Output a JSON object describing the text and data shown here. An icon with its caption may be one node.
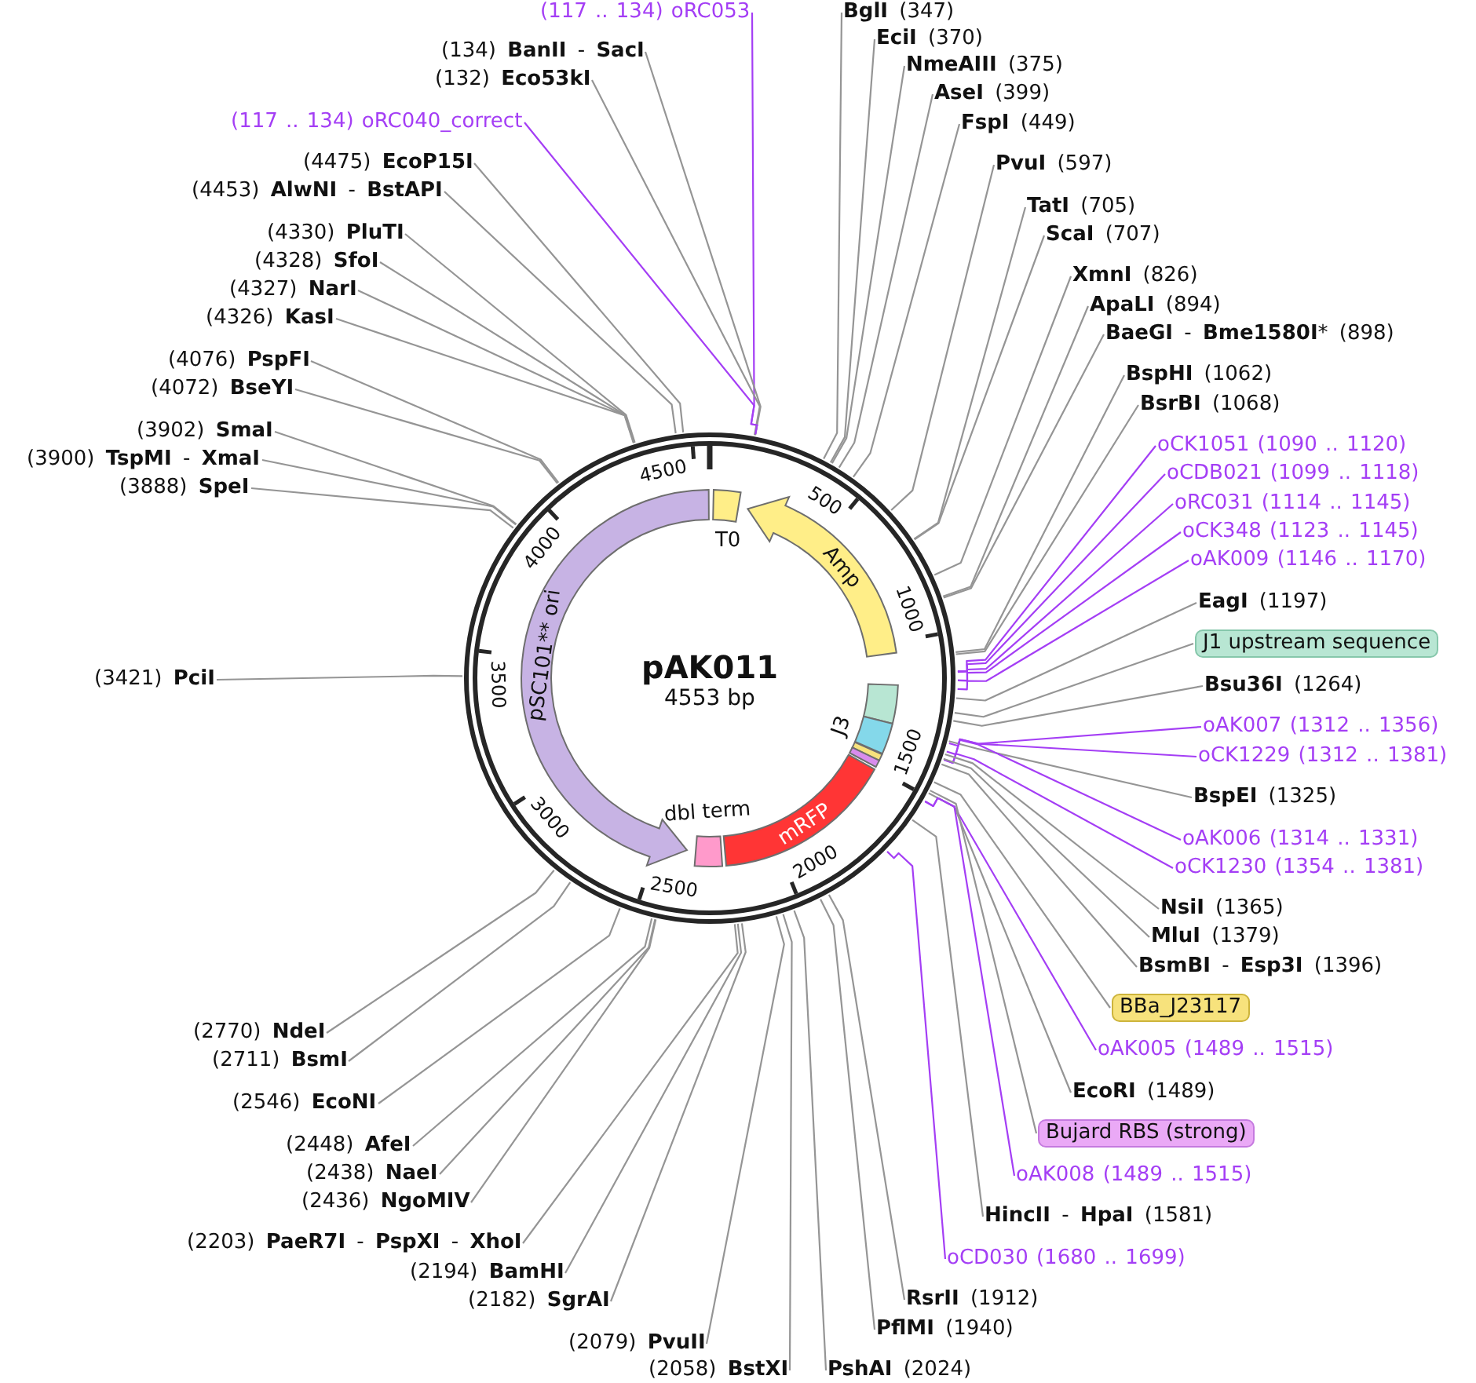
{
  "diagram": {
    "nodes": [
      {
        "text": [
          "pAK011",
          "4553 bp"
        ]
      },
      {
        "text": [],
        "shape": "box",
        "beside": [
          "T0"
        ],
        "in": 0
      },
      {
        "text": [
          "Amp"
        ],
        "in": 0
      },
      {
        "text": [],
        "shape": "box",
        "in": 0
      },
      {
        "text": [],
        "shape": "box",
        "beside": [
          "J3"
        ],
        "in": 0
      },
      {
        "text": [],
        "shape": "box",
        "in": 0
      },
      {
        "text": [],
        "shape": "box",
        "in": 0
      },
      {
        "text": [
          "mRFP"
        ],
        "in": 0
      },
      {
        "text": [],
        "shape": "box",
        "in": 0
      },
      {
        "text": [
          "pSC101** ori"
        ],
        "in": 0
      },
      {
        "text": [
          "(117 .. 134) oRC053"
        ]
      },
      {
        "text": [
          "(134) **BanII** - **SacI**"
        ]
      },
      {
        "text": [
          "(132) **Eco53kI**"
        ]
      },
      {
        "text": [
          "(117 .. 134) oRC040_correct"
        ]
      },
      {
        "text": [
          "(4475) **EcoP15I**"
        ]
      },
      {
        "text": [
          "(4453) **AlwNI** - **BstAPI**"
        ]
      },
      {
        "text": [
          "(4330) **PluTI**"
        ]
      },
      {
        "text": [
          "(4328) **SfoI**"
        ]
      },
      {
        "text": [
          "(4327) **NarI**"
        ]
      },
      {
        "text": [
          "(4326) **KasI**"
        ]
      },
      {
        "text": [
          "(4076) **PspFI**"
        ]
      },
      {
        "text": [
          "(4072) **BseYI**"
        ]
      },
      {
        "text": [
          "(3902) **SmaI**"
        ]
      },
      {
        "text": [
          "(3900) **TspMI** - **XmaI**"
        ]
      },
      {
        "text": [
          "(3888) **SpeI**"
        ]
      },
      {
        "text": [
          "(3421) **PciI**"
        ]
      },
      {
        "text": [
          "(2770) **NdeI**"
        ]
      },
      {
        "text": [
          "(2711) **BsmI**"
        ]
      },
      {
        "text": [
          "(2546) **EcoNI**"
        ]
      },
      {
        "text": [
          "(2448) **AfeI**"
        ]
      },
      {
        "text": [
          "(2438) **NaeI**"
        ]
      },
      {
        "text": [
          "(2436) **NgoMIV**"
        ]
      },
      {
        "text": [
          "(2203) **PaeR7I** - **PspXI** - **XhoI**"
        ]
      },
      {
        "text": [
          "(2194) **BamHI**"
        ]
      },
      {
        "text": [
          "(2182) **SgrAI**"
        ]
      },
      {
        "text": [
          "(2079) **PvuII**"
        ]
      },
      {
        "text": [
          "(2058) **BstXI**"
        ]
      },
      {
        "text": [
          "**BglI** (347)"
        ]
      },
      {
        "text": [
          "**EciI** (370)"
        ]
      },
      {
        "text": [
          "**NmeAIII** (375)"
        ]
      },
      {
        "text": [
          "**AseI** (399)"
        ]
      },
      {
        "text": [
          "**FspI** (449)"
        ]
      },
      {
        "text": [
          "**PvuI** (597)"
        ]
      },
      {
        "text": [
          "**TatI** (705)"
        ]
      },
      {
        "text": [
          "**ScaI** (707)"
        ]
      },
      {
        "text": [
          "**XmnI** (826)"
        ]
      },
      {
        "text": [
          "**ApaLI** (894)"
        ]
      },
      {
        "text": [
          "**BaeGI** - **Bme1580I*** (898)"
        ]
      },
      {
        "text": [
          "**BspHI** (1062)"
        ]
      },
      {
        "text": [
          "**BsrBI** (1068)"
        ]
      },
      {
        "text": [
          "oCK1051 (1090 .. 1120)"
        ]
      },
      {
        "text": [
          "oCDB021 (1099 .. 1118)"
        ]
      },
      {
        "text": [
          "oRC031 (1114 .. 1145)"
        ]
      },
      {
        "text": [
          "oCK348 (1123 .. 1145)"
        ]
      },
      {
        "text": [
          "oAK009 (1146 .. 1170)"
        ]
      },
      {
        "text": [
          "**EagI** (1197)"
        ]
      },
      {
        "text": [
          "J1 upstream sequence"
        ]
      },
      {
        "text": [
          "**Bsu36I** (1264)"
        ]
      },
      {
        "text": [
          "oAK007 (1312 .. 1356)"
        ]
      },
      {
        "text": [
          "oCK1229 (1312 .. 1381)"
        ]
      },
      {
        "text": [
          "**BspEI** (1325)"
        ]
      },
      {
        "text": [
          "oAK006 (1314 .. 1331)"
        ]
      },
      {
        "text": [
          "oCK1230 (1354 .. 1381)"
        ]
      },
      {
        "text": [
          "**NsiI** (1365)"
        ]
      },
      {
        "text": [
          "**MluI** (1379)"
        ]
      },
      {
        "text": [
          "**BsmBI** - **Esp3I** (1396)"
        ]
      },
      {
        "text": [
          "BBa_J23117"
        ]
      },
      {
        "text": [
          "oAK005 (1489 .. 1515)"
        ]
      },
      {
        "text": [
          "**EcoRI** (1489)"
        ]
      },
      {
        "text": [
          "Bujard RBS (strong)"
        ]
      },
      {
        "text": [
          "oAK008 (1489 .. 1515)"
        ]
      },
      {
        "text": [
          "**HincII** - **HpaI** (1581)"
        ]
      },
      {
        "text": [
          "oCD030 (1680 .. 1699)"
        ]
      },
      {
        "text": [
          "**RsrII** (1912)"
        ]
      },
      {
        "text": [
          "**PflMI** (1940)"
        ]
      },
      {
        "text": [
          "**PshAI** (2024)"
        ]
      }
    ],
    "edges": [
      {
        "from": 10,
        "to": 0,
        "arrow": "none",
        "color": "#a43ef5"
      },
      {
        "from": 11,
        "to": 0,
        "arrow": "none"
      },
      {
        "from": 12,
        "to": 0,
        "arrow": "none"
      },
      {
        "from": 13,
        "to": 0,
        "arrow": "none",
        "color": "#a43ef5"
      },
      {
        "from": 14,
        "to": 0,
        "arrow": "none"
      },
      {
        "from": 15,
        "to": 0,
        "arrow": "none"
      },
      {
        "from": 16,
        "to": 0,
        "arrow": "none"
      },
      {
        "from": 17,
        "to": 0,
        "arrow": "none"
      },
      {
        "from": 18,
        "to": 0,
        "arrow": "none"
      },
      {
        "from": 19,
        "to": 0,
        "arrow": "none"
      },
      {
        "from": 20,
        "to": 0,
        "arrow": "none"
      },
      {
        "from": 21,
        "to": 0,
        "arrow": "none"
      },
      {
        "from": 22,
        "to": 0,
        "arrow": "none"
      },
      {
        "from": 23,
        "to": 0,
        "arrow": "none"
      },
      {
        "from": 24,
        "to": 0,
        "arrow": "none"
      },
      {
        "from": 25,
        "to": 0,
        "arrow": "none"
      },
      {
        "from": 26,
        "to": 0,
        "arrow": "none"
      },
      {
        "from": 27,
        "to": 0,
        "arrow": "none"
      },
      {
        "from": 28,
        "to": 0,
        "arrow": "none"
      },
      {
        "from": 29,
        "to": 0,
        "arrow": "none"
      },
      {
        "from": 30,
        "to": 0,
        "arrow": "none"
      },
      {
        "from": 31,
        "to": 0,
        "arrow": "none"
      },
      {
        "from": 32,
        "to": 0,
        "arrow": "none"
      },
      {
        "from": 33,
        "to": 0,
        "arrow": "none"
      },
      {
        "from": 34,
        "to": 0,
        "arrow": "none"
      },
      {
        "from": 35,
        "to": 0,
        "arrow": "none"
      },
      {
        "from": 36,
        "to": 0,
        "arrow": "none"
      },
      {
        "from": 37,
        "to": 0,
        "arrow": "none"
      },
      {
        "from": 38,
        "to": 0,
        "arrow": "none"
      },
      {
        "from": 39,
        "to": 0,
        "arrow": "none"
      },
      {
        "from": 40,
        "to": 0,
        "arrow": "none"
      },
      {
        "from": 41,
        "to": 0,
        "arrow": "none"
      },
      {
        "from": 42,
        "to": 0,
        "arrow": "none"
      },
      {
        "from": 43,
        "to": 0,
        "arrow": "none"
      },
      {
        "from": 44,
        "to": 0,
        "arrow": "none"
      },
      {
        "from": 45,
        "to": 0,
        "arrow": "none"
      },
      {
        "from": 46,
        "to": 0,
        "arrow": "none"
      },
      {
        "from": 47,
        "to": 0,
        "arrow": "none"
      },
      {
        "from": 48,
        "to": 0,
        "arrow": "none"
      },
      {
        "from": 49,
        "to": 0,
        "arrow": "none"
      },
      {
        "from": 50,
        "to": 0,
        "arrow": "none",
        "color": "#a43ef5"
      },
      {
        "from": 51,
        "to": 0,
        "arrow": "none",
        "color": "#a43ef5"
      },
      {
        "from": 52,
        "to": 0,
        "arrow": "none",
        "color": "#a43ef5"
      },
      {
        "from": 53,
        "to": 0,
        "arrow": "none",
        "color": "#a43ef5"
      },
      {
        "from": 54,
        "to": 0,
        "arrow": "none",
        "color": "#a43ef5"
      },
      {
        "from": 55,
        "to": 0,
        "arrow": "none"
      },
      {
        "from": 56,
        "to": 0,
        "arrow": "none"
      },
      {
        "from": 57,
        "to": 0,
        "arrow": "none"
      },
      {
        "from": 58,
        "to": 0,
        "arrow": "none",
        "color": "#a43ef5"
      },
      {
        "from": 59,
        "to": 0,
        "arrow": "none",
        "color": "#a43ef5"
      },
      {
        "from": 60,
        "to": 0,
        "arrow": "none"
      },
      {
        "from": 61,
        "to": 0,
        "arrow": "none",
        "color": "#a43ef5"
      },
      {
        "from": 62,
        "to": 0,
        "arrow": "none",
        "color": "#a43ef5"
      },
      {
        "from": 63,
        "to": 0,
        "arrow": "none"
      },
      {
        "from": 64,
        "to": 0,
        "arrow": "none"
      },
      {
        "from": 65,
        "to": 0,
        "arrow": "none"
      },
      {
        "from": 66,
        "to": 0,
        "arrow": "none"
      },
      {
        "from": 67,
        "to": 0,
        "arrow": "none",
        "color": "#a43ef5"
      },
      {
        "from": 68,
        "to": 0,
        "arrow": "none"
      },
      {
        "from": 69,
        "to": 0,
        "arrow": "none"
      },
      {
        "from": 70,
        "to": 0,
        "arrow": "none",
        "color": "#a43ef5"
      },
      {
        "from": 71,
        "to": 0,
        "arrow": "none"
      },
      {
        "from": 72,
        "to": 0,
        "arrow": "none",
        "color": "#a43ef5"
      },
      {
        "from": 73,
        "to": 0,
        "arrow": "none"
      },
      {
        "from": 74,
        "to": 0,
        "arrow": "none"
      },
      {
        "from": 75,
        "to": 0,
        "arrow": "none"
      }
    ],
    "labels": [
      "500",
      "1000",
      "1500",
      "2000",
      "2500",
      "3000",
      "3500",
      "4000",
      "4500",
      "dbl term"
    ]
  }
}
